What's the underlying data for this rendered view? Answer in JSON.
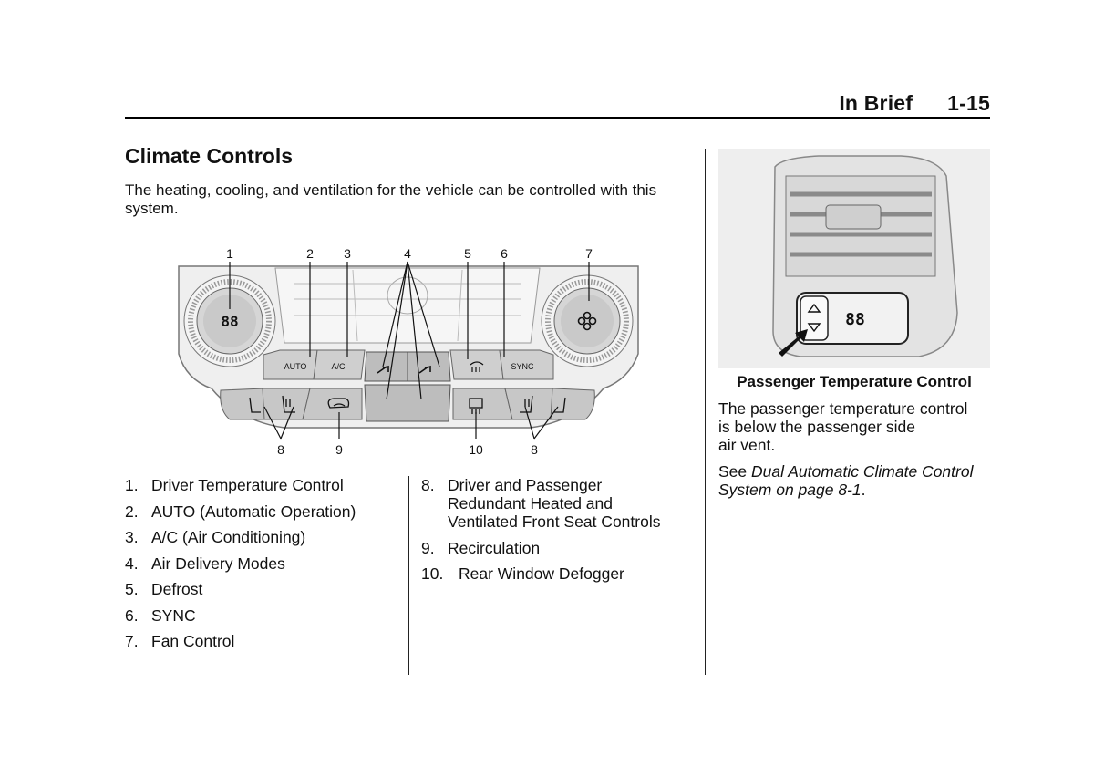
{
  "header": {
    "section": "In Brief",
    "page": "1-15"
  },
  "title": "Climate Controls",
  "intro": "The heating, cooling, and ventilation for the vehicle can be controlled with this system.",
  "diagram": {
    "callouts_top": [
      "1",
      "2",
      "3",
      "4",
      "5",
      "6",
      "7"
    ],
    "callouts_bottom": [
      "8",
      "9",
      "10",
      "8"
    ],
    "button_labels": {
      "auto": "AUTO",
      "ac": "A/C",
      "sync": "SYNC"
    },
    "displays": {
      "driver": "88",
      "photo": "88"
    }
  },
  "list_left": [
    {
      "num": "1.",
      "text": "Driver Temperature Control"
    },
    {
      "num": "2.",
      "text": "AUTO (Automatic Operation)"
    },
    {
      "num": "3.",
      "text": "A/C (Air Conditioning)"
    },
    {
      "num": "4.",
      "text": "Air Delivery Modes"
    },
    {
      "num": "5.",
      "text": "Defrost"
    },
    {
      "num": "6.",
      "text": "SYNC"
    },
    {
      "num": "7.",
      "text": "Fan Control"
    }
  ],
  "list_right": [
    {
      "num": "8.",
      "lines": [
        "Driver and Passenger",
        "Redundant Heated and",
        "Ventilated Front Seat Controls"
      ]
    },
    {
      "num": "9.",
      "lines": [
        "Recirculation"
      ]
    },
    {
      "num": "10.",
      "lines": [
        "Rear Window Defogger"
      ]
    }
  ],
  "photo_caption": "Passenger Temperature Control",
  "para1": [
    "The passenger temperature control",
    "is below the passenger side",
    "air vent."
  ],
  "para2": {
    "prefix": "See ",
    "link_line1": "Dual Automatic Climate Control",
    "link_line2": "System on page 8-1",
    "suffix": "."
  }
}
